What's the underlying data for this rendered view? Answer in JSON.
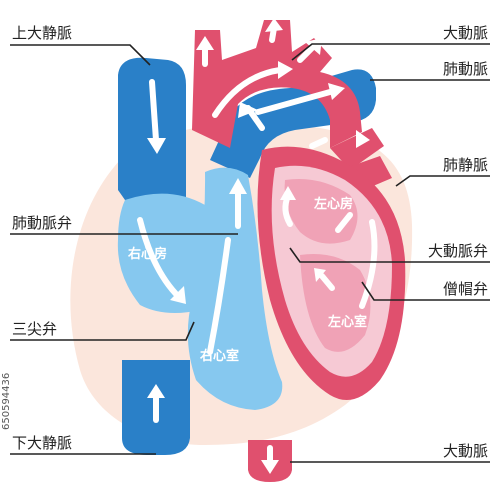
{
  "colors": {
    "blue_vessel": "#2a80c8",
    "blue_light": "#86c8ef",
    "red_vessel": "#e0506e",
    "red_light": "#f0a2b6",
    "pink_inner": "#f6c9d4",
    "heart_base": "#fbe6dc"
  },
  "labels": {
    "superior_vena_cava": "上大静脈",
    "pulmonary_valve": "肺動脈弁",
    "tricuspid_valve": "三尖弁",
    "inferior_vena_cava": "下大静脈",
    "aorta_top": "大動脈",
    "pulmonary_artery": "肺動脈",
    "pulmonary_vein": "肺静脈",
    "aortic_valve": "大動脈弁",
    "mitral_valve": "僧帽弁",
    "aorta_bottom": "大動脈"
  },
  "chambers": {
    "right_atrium": "右心房",
    "right_ventricle": "右心室",
    "left_atrium": "左心房",
    "left_ventricle": "左心室"
  },
  "watermark_id": "650594436"
}
